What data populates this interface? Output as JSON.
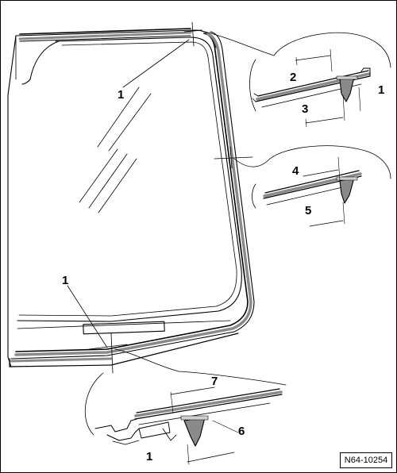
{
  "callouts": {
    "c1_top": "1",
    "c1_right": "1",
    "c1_left": "1",
    "c1_bottom": "1",
    "c2": "2",
    "c3": "3",
    "c4": "4",
    "c5": "5",
    "c6": "6",
    "c7": "7"
  },
  "reference_code": "N64-10254"
}
